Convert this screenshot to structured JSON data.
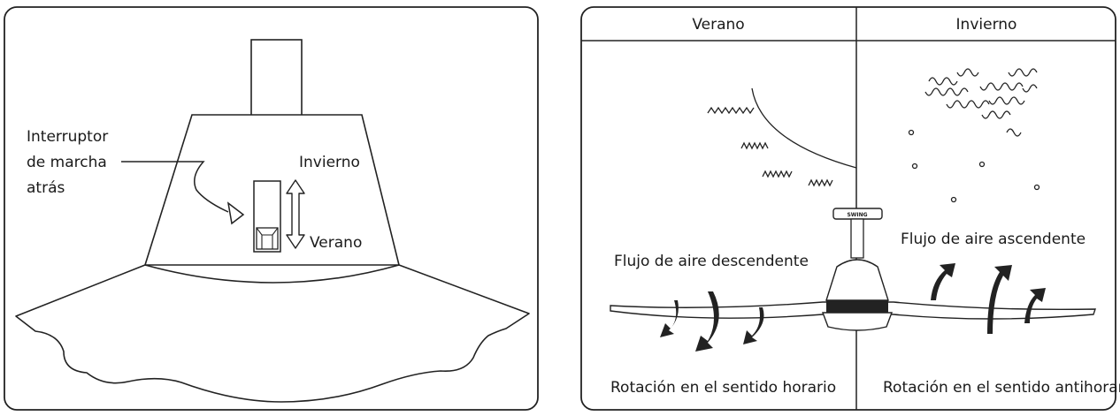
{
  "left_panel": {
    "switch_label_line1": "Interruptor",
    "switch_label_line2": "de marcha",
    "switch_label_line3": "atrás",
    "winter": "Invierno",
    "summer": "Verano"
  },
  "right_panel": {
    "col_summer": "Verano",
    "col_winter": "Invierno",
    "airflow_down": "Flujo de aire descendente",
    "airflow_up": "Flujo de aire ascendente",
    "rotation_clockwise": "Rotación en el sentido horario",
    "rotation_counterclockwise": "Rotación en el sentido antihorario",
    "brand": "SWING"
  }
}
